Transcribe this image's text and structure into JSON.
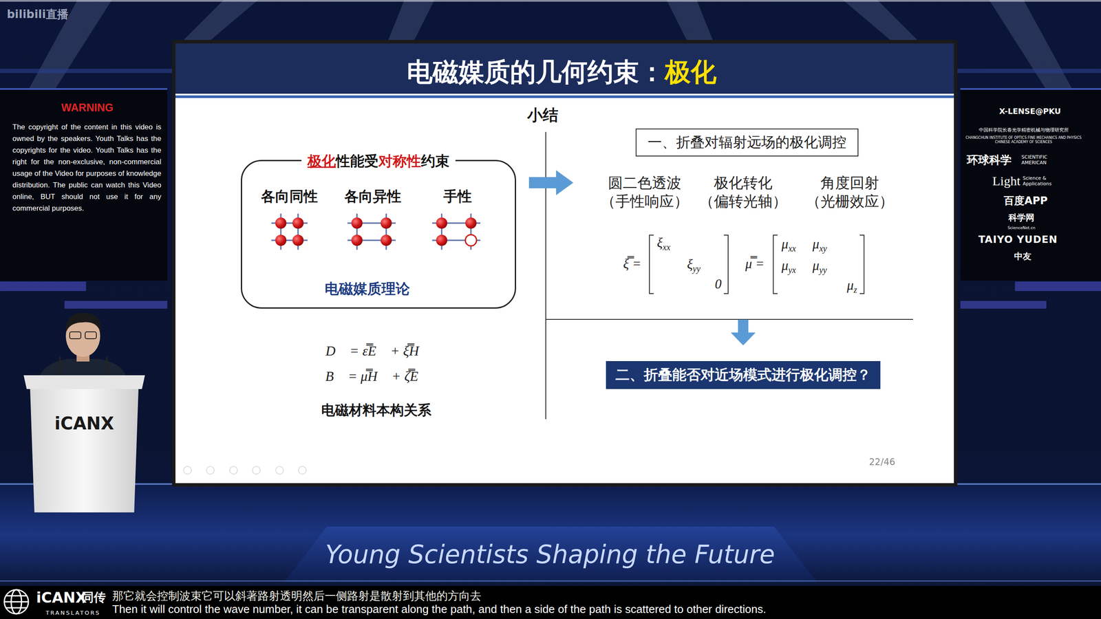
{
  "diagram": {
    "title": "电磁媒质的几何约束：",
    "nodes": [
      {
        "text": [
          "极化",
          "性能受",
          "对称性",
          "约束",
          "各向同性",
          "各向异性",
          "手性",
          "电磁媒质理论"
        ]
      },
      {
        "text": [
          "一、折叠对辐射远场的极化调控"
        ]
      },
      {
        "text": [
          "二、折叠能否对近场模式进行极化调控？"
        ]
      }
    ],
    "edges": [
      {
        "from": 0,
        "to": 1,
        "arrow": "to"
      },
      {
        "from": 1,
        "to": 2,
        "arrow": "to"
      }
    ],
    "labels": [
      "极化",
      "小结",
      "D⃗ = ε̿E⃗ + ξ̿H⃗",
      "B⃗ = μ̿H⃗ + ζ̿E⃗",
      "电磁材料本构关系",
      "圆二色透波",
      "（手性响应）",
      "极化转化",
      "（偏转光轴）",
      "角度回射",
      "（光栅效应）",
      "ξ̿ =",
      "ξ",
      "xx",
      "ξ",
      "yy",
      "0",
      "μ̿ =",
      "μ",
      "xx",
      "μ",
      "xy",
      "μ",
      "yx",
      "μ",
      "yy",
      "μ",
      "z",
      "22/46",
      "WARNING",
      "The copyright of the content in this video is owned by the speakers. Youth Talks has the copyrights for the video. Youth Talks has the right for the non-exclusive, non-commercial usage of the Video for purposes of knowledge distribution. The public can watch this Video online, BUT should not use it for any commercial purposes.",
      "bilibili直播",
      "X-LENSE@PKU",
      "中国科学院长春光学精密机械与物理研究所",
      "CHANGCHUN INSTITUTE OF OPTICS FINE MECHANICS AND PHYSICS CHINESE ACADEMY OF SCIENCES",
      "环球科学",
      "SCIENTIFIC AMERICAN",
      "Light",
      "Science & Applications",
      "百度APP",
      "科学网",
      "ScienceNet.cn",
      "TAIYO YUDEN",
      "中友",
      "iCANX",
      "Young Scientists Shaping the Future",
      "iCANX",
      "同传",
      "TRANSLATORS",
      "那它就会控制波束它可以斜著路射透明然后一侧路射是散射到其他的方向去",
      "Then it will control the wave number, it can be transparent along the path, and then a side of the path is scattered to other directions."
    ]
  }
}
